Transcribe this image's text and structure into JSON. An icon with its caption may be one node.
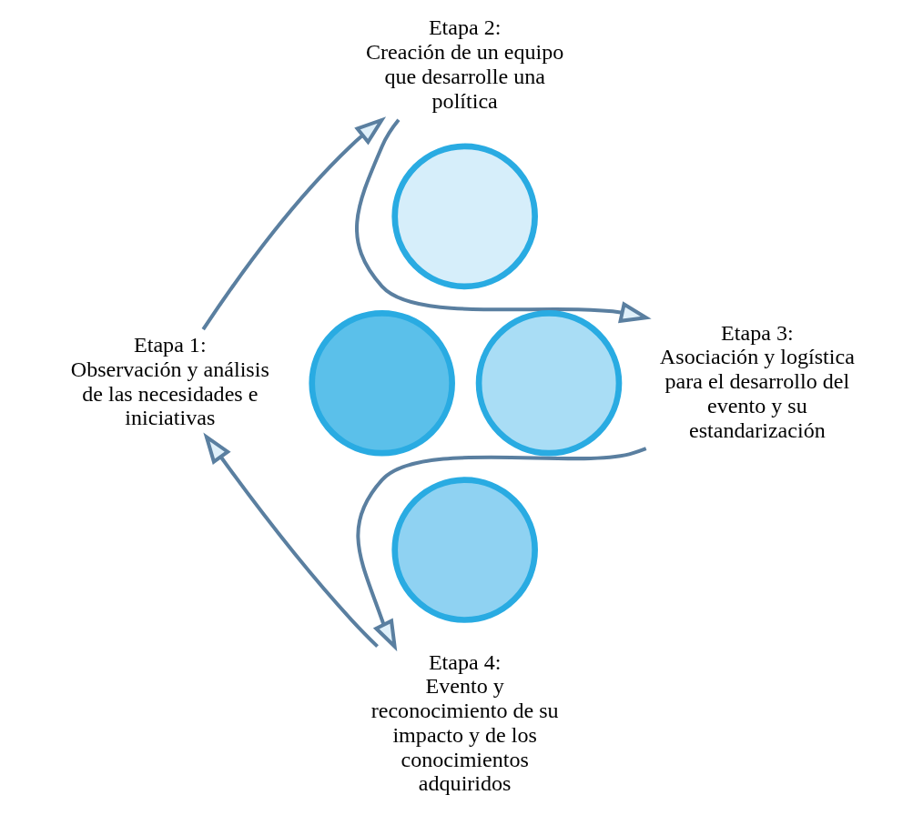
{
  "diagram": {
    "nodes": [
      {
        "text": [
          "Etapa 1:",
          "Observación y análisis de las necesidades e iniciativas"
        ]
      },
      {
        "text": [
          "Etapa 2:",
          "Creación de un equipo que desarrolle una política"
        ]
      },
      {
        "text": [
          "Etapa 3:",
          "Asociación y logística para el desarrollo del evento y su estandarización"
        ]
      },
      {
        "text": [
          "Etapa 4:",
          "Evento y reconocimiento de su impacto y de los conocimientos adquiridos"
        ]
      },
      {
        "text": [],
        "shape": "circle"
      },
      {
        "text": [],
        "shape": "circle"
      },
      {
        "text": [],
        "shape": "circle"
      },
      {
        "text": [],
        "shape": "circle"
      }
    ],
    "edges": [
      {
        "from": 0,
        "to": 1,
        "arrow": "to"
      },
      {
        "from": 1,
        "to": 2,
        "arrow": "to"
      },
      {
        "from": 2,
        "to": 3,
        "arrow": "to"
      },
      {
        "from": 3,
        "to": 0,
        "arrow": "to"
      }
    ]
  }
}
